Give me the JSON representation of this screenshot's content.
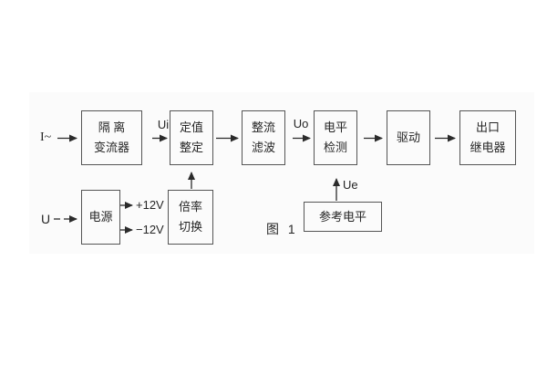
{
  "figure": {
    "caption": "图 1"
  },
  "colors": {
    "ink": "#2b2b2b",
    "box_border": "#555555",
    "background": "#ffffff"
  },
  "inputs": {
    "ac_current": "I~",
    "supply_voltage": "U"
  },
  "signals": {
    "ui": "Ui",
    "uo": "Uo",
    "ue": "Ue",
    "rail_positive": "+12V",
    "rail_negative": "−12V"
  },
  "blocks": {
    "isolation": {
      "line1": "隔 离",
      "line2": "变流器"
    },
    "setting": {
      "line1": "定值",
      "line2": "整定"
    },
    "rectify_filter": {
      "line1": "整流",
      "line2": "滤波"
    },
    "level_detect": {
      "line1": "电平",
      "line2": "检测"
    },
    "drive": {
      "line1": "驱动"
    },
    "output_relay": {
      "line1": "出口",
      "line2": "继电器"
    },
    "power": {
      "line1": "电源"
    },
    "ratio_switch": {
      "line1": "倍率",
      "line2": "切换"
    },
    "reference_level": {
      "line1": "参考电平"
    }
  }
}
